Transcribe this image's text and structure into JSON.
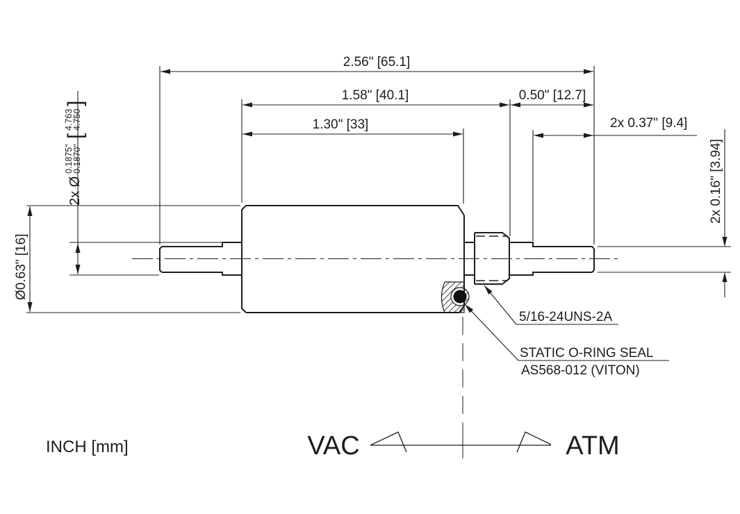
{
  "drawing": {
    "units_note": "INCH [mm]",
    "side_labels": {
      "vacuum": "VAC",
      "atmosphere": "ATM"
    },
    "dimensions": {
      "overall_length": "2.56\" [65.1]",
      "body_plus_nut_length": "1.58\" [40.1]",
      "nut_to_shaft_end_length": "0.50\" [12.7]",
      "body_length": "1.30\" [33]",
      "shaft_tip_length": "2x 0.37\" [9.4]",
      "shaft_tip_diameter": "2x 0.16\" [3.94]",
      "body_diameter": "Ø0.63\" [16]",
      "shaft_diameter_prefix": "2x Ø",
      "shaft_diameter_tol_upper": "0.1875\"",
      "shaft_diameter_tol_lower": "0.1870\"",
      "shaft_diameter_mm_upper": "4.763",
      "shaft_diameter_mm_lower": "4.750",
      "bracket_open": "[",
      "bracket_close": "]"
    },
    "notes": {
      "thread_callout": "5/16-24UNS-2A",
      "oring_note_line1": "STATIC O-RING SEAL",
      "oring_note_line2": "AS568-012 (VITON)"
    },
    "colors": {
      "ink": "#1c1c1c",
      "background": "#ffffff",
      "oring_fill": "#111111"
    }
  }
}
